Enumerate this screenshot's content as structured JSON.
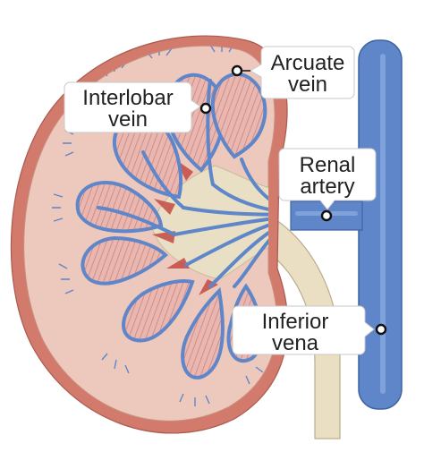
{
  "labels": {
    "arcuate_vein": [
      "Arcuate",
      "vein"
    ],
    "interlobar_vein": [
      "Interlobar",
      "vein"
    ],
    "renal_artery": [
      "Renal",
      "artery"
    ],
    "inferior_vena": [
      "Inferior",
      "vena"
    ]
  },
  "colors": {
    "capsule": "#d27a6c",
    "cortex": "#edc8bc",
    "pyramid_fill": "#e9b6b0",
    "pyramid_stripe": "#c57f78",
    "vein": "#5f86c9",
    "vein_light": "#87a9e0",
    "pelvis": "#e8dfc4",
    "ureter": "#eadfc3",
    "calyx_red": "#c34a43"
  }
}
